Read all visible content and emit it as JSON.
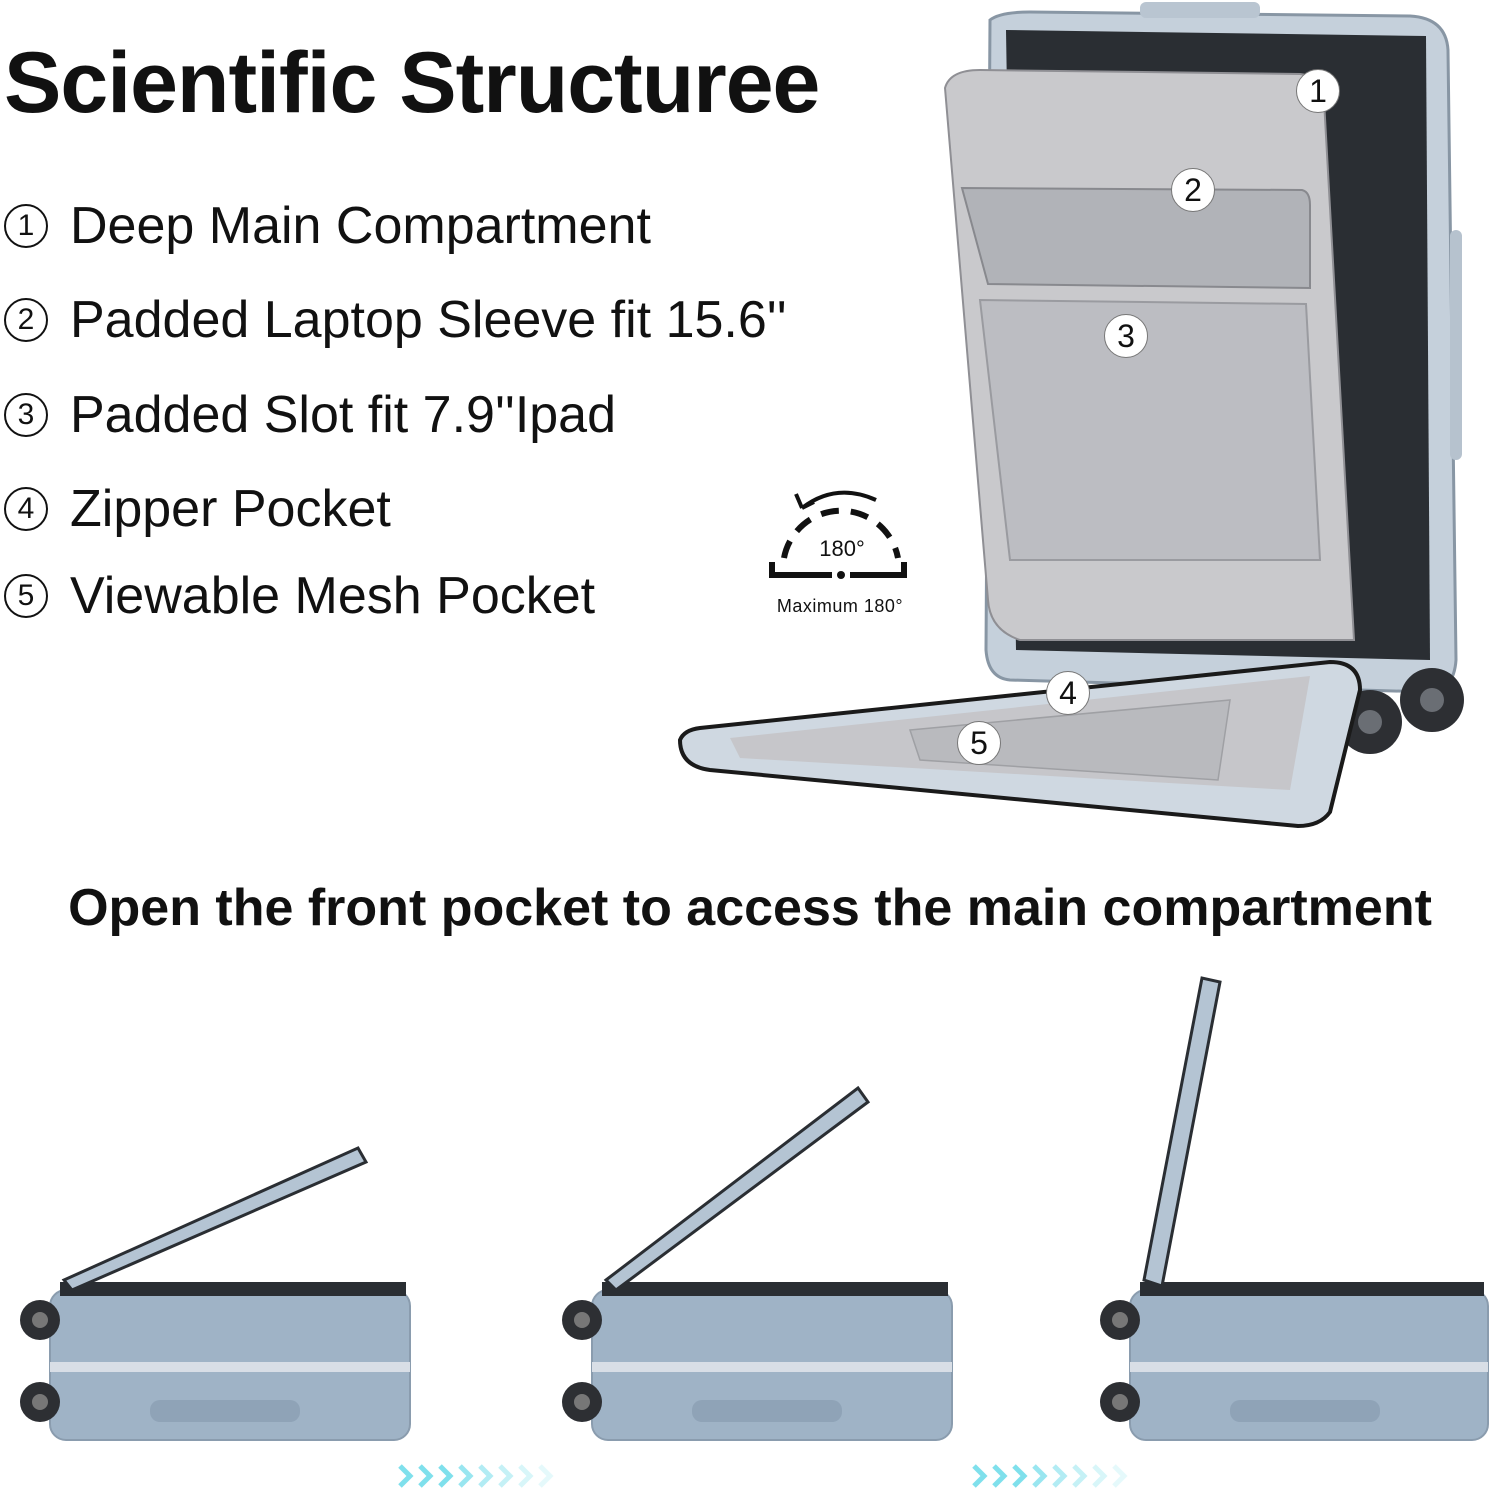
{
  "title": "Scientific Structuree",
  "features": [
    {
      "num": "1",
      "text": "Deep Main Compartment"
    },
    {
      "num": "2",
      "text": "Padded Laptop Sleeve fit 15.6''"
    },
    {
      "num": "3",
      "text": "Padded Slot fit 7.9''Ipad"
    },
    {
      "num": "4",
      "text": "Zipper Pocket"
    },
    {
      "num": "5",
      "text": "Viewable Mesh Pocket"
    }
  ],
  "angle": {
    "value": "180°",
    "label": "Maximum 180°"
  },
  "subtitle": "Open the front pocket to access the main compartment",
  "colors": {
    "shell": "#9fb3c6",
    "lining": "#c9c9cc",
    "frame": "#d8dee6",
    "arrow": "#7fe0ec"
  }
}
